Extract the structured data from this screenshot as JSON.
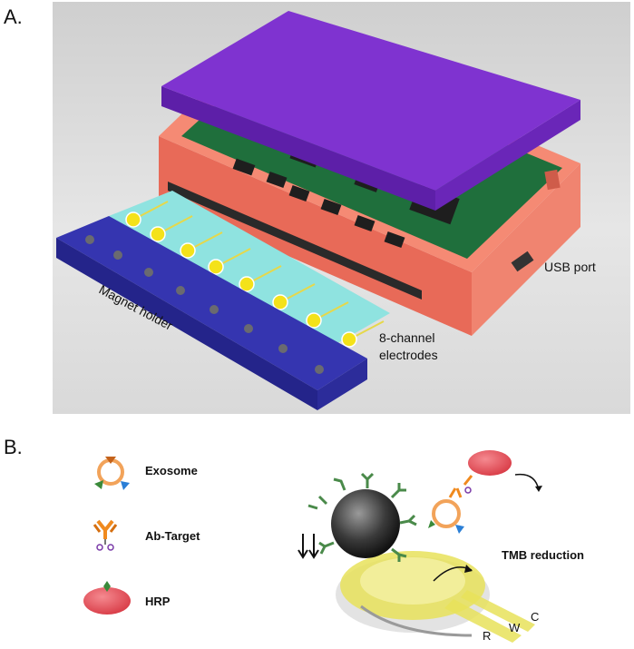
{
  "panel_a": {
    "letter": "A.",
    "labels": {
      "usb_port": "USB port",
      "electrodes_line1": "8-channel",
      "electrodes_line2": "electrodes",
      "magnet_holder": "Magnet holder"
    },
    "channel_count": 8,
    "colors": {
      "background": "#dcdcdc",
      "lid": "#7a2ccb",
      "case": "#f27a65",
      "pcb": "#1f6f3c",
      "chip": "#222222",
      "strip": "#8fe3e0",
      "pad": "#f4e21a",
      "magnet_holder": "#2e2ea0",
      "magnet": "#6a6a70"
    }
  },
  "panel_b": {
    "letter": "B.",
    "legend": {
      "exosome": "Exosome",
      "ab_target": "Ab-Target",
      "hrp": "HRP"
    },
    "labels": {
      "tmb_reduction": "TMB reduction",
      "r": "R",
      "w": "W",
      "c": "C"
    },
    "colors": {
      "exosome_ring": "#f2a35a",
      "antibody": "#f08a1e",
      "hrp": "#e8505b",
      "electrode": "#e8e25a",
      "bead": "#2a2a2a",
      "green_marker": "#3a8a3a",
      "blue_marker": "#2b7fd6"
    }
  }
}
